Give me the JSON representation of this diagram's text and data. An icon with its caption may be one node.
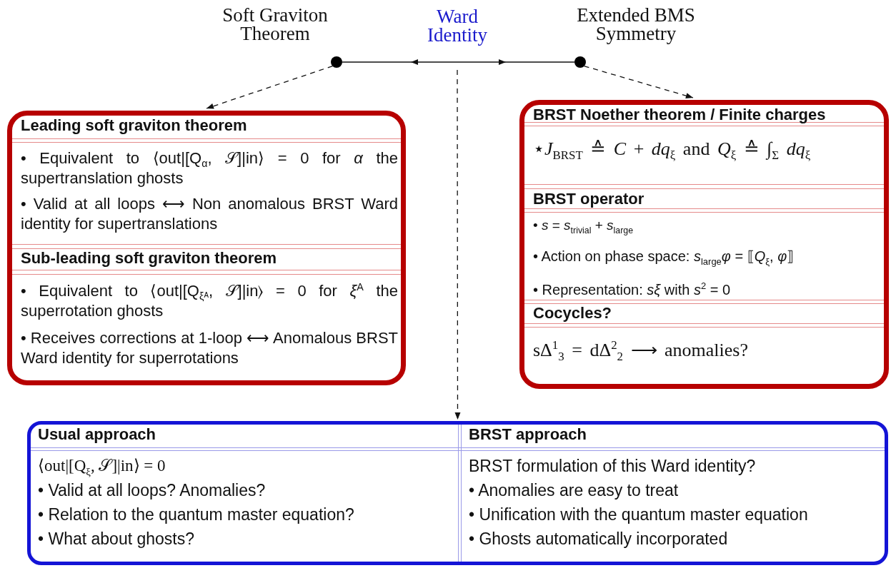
{
  "diagram": {
    "nodes": [
      {
        "text": [],
        "shape": "circle",
        "beside": [
          "Soft Graviton Theorem"
        ]
      },
      {
        "text": [
          "Ward Identity"
        ]
      },
      {
        "text": [],
        "shape": "circle",
        "beside": [
          "Extended BMS Symmetry"
        ]
      },
      {
        "text": [
          "Leading soft graviton theorem",
          "• Equivalent to ⟨out|[Q$_{α}$, 𝒮]|in⟩ = 0 for *α* the supertranslation ghosts",
          "• Valid at all loops ⟷ Non anomalous BRST Ward identity for supertranslations",
          "Sub-leading soft graviton theorem",
          "• Equivalent to ⟨out|[Q$_{ξᴬ}$, 𝒮]|in⟩ = 0 for *ξ*$^{A}$ the superrotation ghosts",
          "• Receives corrections at 1-loop ⟷ Anomalous BRST Ward identity for superrotations"
        ]
      },
      {
        "text": [
          "BRST Noether theorem / Finite charges",
          "⋆*J*$_{BRST}$ ≙ *C* + *dq*$_{ξ}$ and *Q*$_{ξ}$ ≙ ∫$_{Σ}$ *dq*$_{ξ}$",
          "BRST operator",
          "• *s* = *s*$_{trivial}$ + *s*$_{large}$",
          "• Action on phase space: *s*$_{large}$*φ* = ⟦*Q*$_{ξ}$, *φ*⟧",
          "• Representation: *sξ* with *s*$^{2}$ = 0",
          "Cocycles?",
          "sΔ$^{1}$$_{3}$ = dΔ$^{2}$$_{2}$ ⟶ anomalies?"
        ]
      },
      {
        "text": [],
        "shape": "box"
      },
      {
        "text": [
          "Usual approach",
          "⟨out|[Q$_{ξ}$, 𝒮]|in⟩ = 0",
          "• Valid at all loops? Anomalies?",
          "• Relation to the quantum master equation?",
          "• What about ghosts?"
        ],
        "in": 5
      },
      {
        "text": [
          "BRST approach",
          "BRST formulation of this Ward identity?",
          "• Anomalies are easy to treat",
          "• Unification with the quantum master equation",
          "• Ghosts automatically incorporated"
        ],
        "in": 5
      }
    ],
    "edges": [
      {
        "from": 0,
        "to": 2,
        "arrow": "both"
      },
      {
        "from": 0,
        "to": 3,
        "arrow": "to",
        "style": "dashed"
      },
      {
        "from": 2,
        "to": 4,
        "arrow": "to",
        "style": "dashed"
      },
      {
        "from": 1,
        "to": 5,
        "arrow": "to",
        "style": "dashed"
      }
    ]
  }
}
